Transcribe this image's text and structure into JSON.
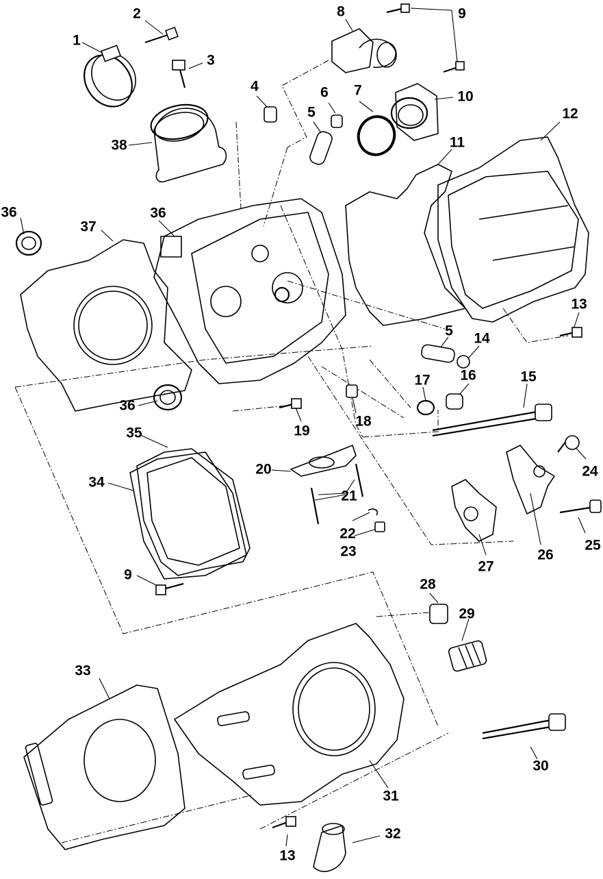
{
  "callouts": [
    "1",
    "2",
    "3",
    "4",
    "5",
    "6",
    "7",
    "8",
    "9",
    "10",
    "11",
    "12",
    "13",
    "14",
    "15",
    "16",
    "17",
    "18",
    "19",
    "20",
    "21",
    "22",
    "23",
    "24",
    "25",
    "26",
    "27",
    "28",
    "29",
    "30",
    "31",
    "32",
    "33",
    "34",
    "35",
    "36",
    "37",
    "38"
  ],
  "labels": {
    "n1": "1",
    "n2": "2",
    "n3": "3",
    "n4": "4",
    "n5a": "5",
    "n6": "6",
    "n7": "7",
    "n8": "8",
    "n9a": "9",
    "n10": "10",
    "n11": "11",
    "n12": "12",
    "n13a": "13",
    "n5b": "5",
    "n14": "14",
    "n15": "15",
    "n16": "16",
    "n17": "17",
    "n18": "18",
    "n19": "19",
    "n20": "20",
    "n21": "21",
    "n22": "22",
    "n23": "23",
    "n24": "24",
    "n25": "25",
    "n26": "26",
    "n27": "27",
    "n28": "28",
    "n29": "29",
    "n30": "30",
    "n31": "31",
    "n32": "32",
    "n33": "33",
    "n34": "34",
    "n35": "35",
    "n36a": "36",
    "n36b": "36",
    "n36c": "36",
    "n37": "37",
    "n38": "38",
    "n9b": "9",
    "n13b": "13"
  }
}
